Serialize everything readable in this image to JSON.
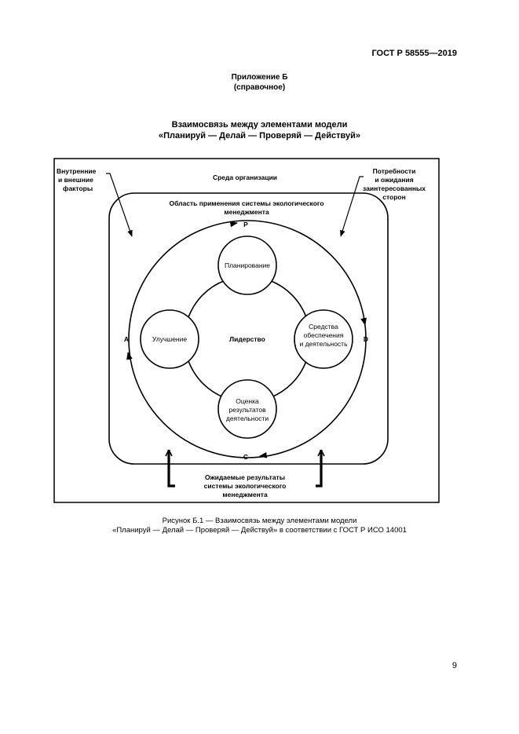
{
  "header": {
    "standard": "ГОСТ Р 58555—2019"
  },
  "appendix": {
    "title": "Приложение Б",
    "note": "(справочное)"
  },
  "figure_title": {
    "line1": "Взаимосвязь между элементами модели",
    "line2": "«Планируй — Делай — Проверяй — Действуй»"
  },
  "diagram": {
    "left_box": [
      "Внутренние",
      "и внешние",
      "факторы"
    ],
    "right_box": [
      "Потребности",
      "и ожидания",
      "заинтересованных",
      "сторон"
    ],
    "environment": "Среда организации",
    "scope": [
      "Область применения системы экологического",
      "менеджмента"
    ],
    "p": "P",
    "d": "D",
    "c": "C",
    "a": "A",
    "planning": "Планирование",
    "support": [
      "Средства",
      "обеспечения",
      "и деятельность"
    ],
    "evaluation": [
      "Оценка",
      "результатов",
      "деятельности"
    ],
    "improvement": "Улучшение",
    "leadership": "Лидерство",
    "outcomes": [
      "Ожидаемые результаты",
      "системы экологического",
      "менеджмента"
    ]
  },
  "caption": {
    "line1": "Рисунок Б.1 — Взаимосвязь между элементами модели",
    "line2": "«Планируй — Делай — Проверяй — Действуй» в соответствии с ГОСТ Р ИСО 14001"
  },
  "page_number": "9"
}
